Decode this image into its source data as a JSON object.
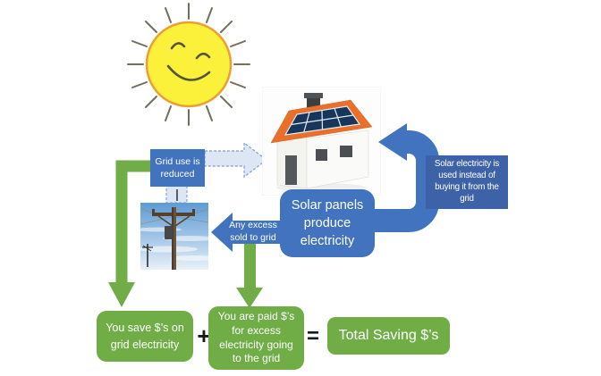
{
  "diagram_title": "Solar panel savings flow diagram",
  "colors": {
    "blue": "#4173BE",
    "blue_dark": "#3E62A8",
    "green": "#70AD47",
    "dashed_fill": "#DCE6F4",
    "dashed_border": "#7E9BD0",
    "sun_yellow": "#FBF13B",
    "sun_outline": "#ED9D33",
    "roof_orange": "#E8702A",
    "panel_navy": "#16365C",
    "operator_color": "#1a1a1a"
  },
  "illustrations": {
    "sun": "smiling sun clipart",
    "house": "house with rooftop solar panels",
    "power_pole": "utility power pole photo"
  },
  "nodes": {
    "grid_use": {
      "text": "Grid use is\nreduced"
    },
    "solar_panels": {
      "text": "Solar panels\nproduce\nelectricity"
    },
    "solar_electricity": {
      "text": "Solar electricity is\nused instead of\nbuying it from the\ngrid"
    },
    "any_excess": {
      "text": "Any excess\nsold to grid"
    },
    "you_save": {
      "text": "You save $’s on\ngrid electricity"
    },
    "you_paid": {
      "text": "You are paid $’s\nfor excess\nelectricity going\nto the grid"
    },
    "total_saving": {
      "text": "Total Saving $’s"
    }
  },
  "operators": {
    "plus": "+",
    "equals": "="
  }
}
